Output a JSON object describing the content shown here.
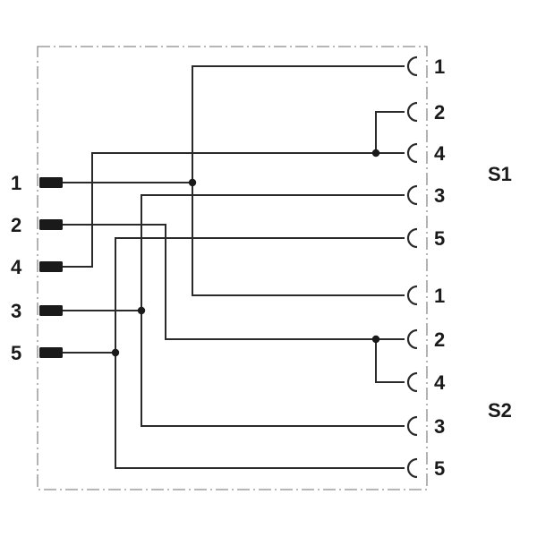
{
  "left_pins": [
    "1",
    "2",
    "4",
    "3",
    "5"
  ],
  "s1": {
    "label": "S1",
    "pins": [
      "1",
      "2",
      "4",
      "3",
      "5"
    ]
  },
  "s2": {
    "label": "S2",
    "pins": [
      "1",
      "2",
      "4",
      "3",
      "5"
    ]
  },
  "colors": {
    "wire": "#2a2a2a",
    "text": "#1a1a1a",
    "border": "#8a8a8a"
  }
}
